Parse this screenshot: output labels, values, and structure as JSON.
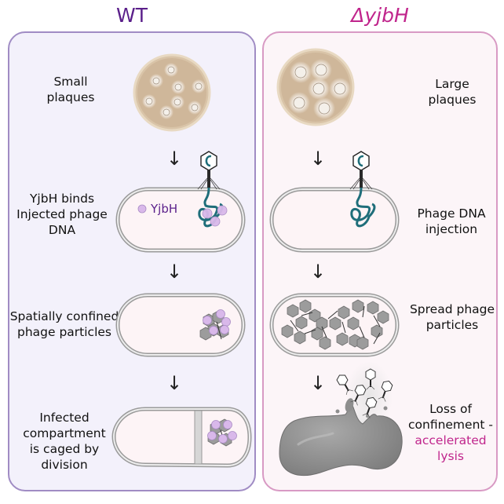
{
  "headers": {
    "wt": "WT",
    "mutant": "ΔyjbH"
  },
  "wt_steps": [
    {
      "label_lines": [
        "Small",
        "plaques"
      ]
    },
    {
      "label_lines": [
        "YjbH binds",
        "Injected phage",
        "DNA"
      ]
    },
    {
      "label_lines": [
        "Spatially confined",
        "phage particles"
      ]
    },
    {
      "label_lines": [
        "Infected",
        "compartment",
        "is caged by",
        "division"
      ]
    }
  ],
  "mutant_steps": [
    {
      "label_lines": [
        "Large",
        "plaques"
      ]
    },
    {
      "label_lines": [
        "Phage DNA",
        "injection"
      ]
    },
    {
      "label_lines": [
        "Spread phage",
        "particles"
      ]
    },
    {
      "label_lines": [
        "Loss of",
        "confinement -"
      ],
      "highlight_lines": [
        "accelerated",
        "lysis"
      ]
    }
  ],
  "inline_labels": {
    "yjbh_protein": "YjbH"
  },
  "arrow_glyph": "↓",
  "colors": {
    "wt_accent": "#5a1f8a",
    "mutant_accent": "#c0258c",
    "wt_panel_bg": "#f3f1fb",
    "mutant_panel_bg": "#fcf5f8",
    "plate": "#d7c2a6",
    "dna": "#1f6e7a",
    "yjbh": "#d9b8ea",
    "phage_capsid": "#9a9a9a"
  }
}
